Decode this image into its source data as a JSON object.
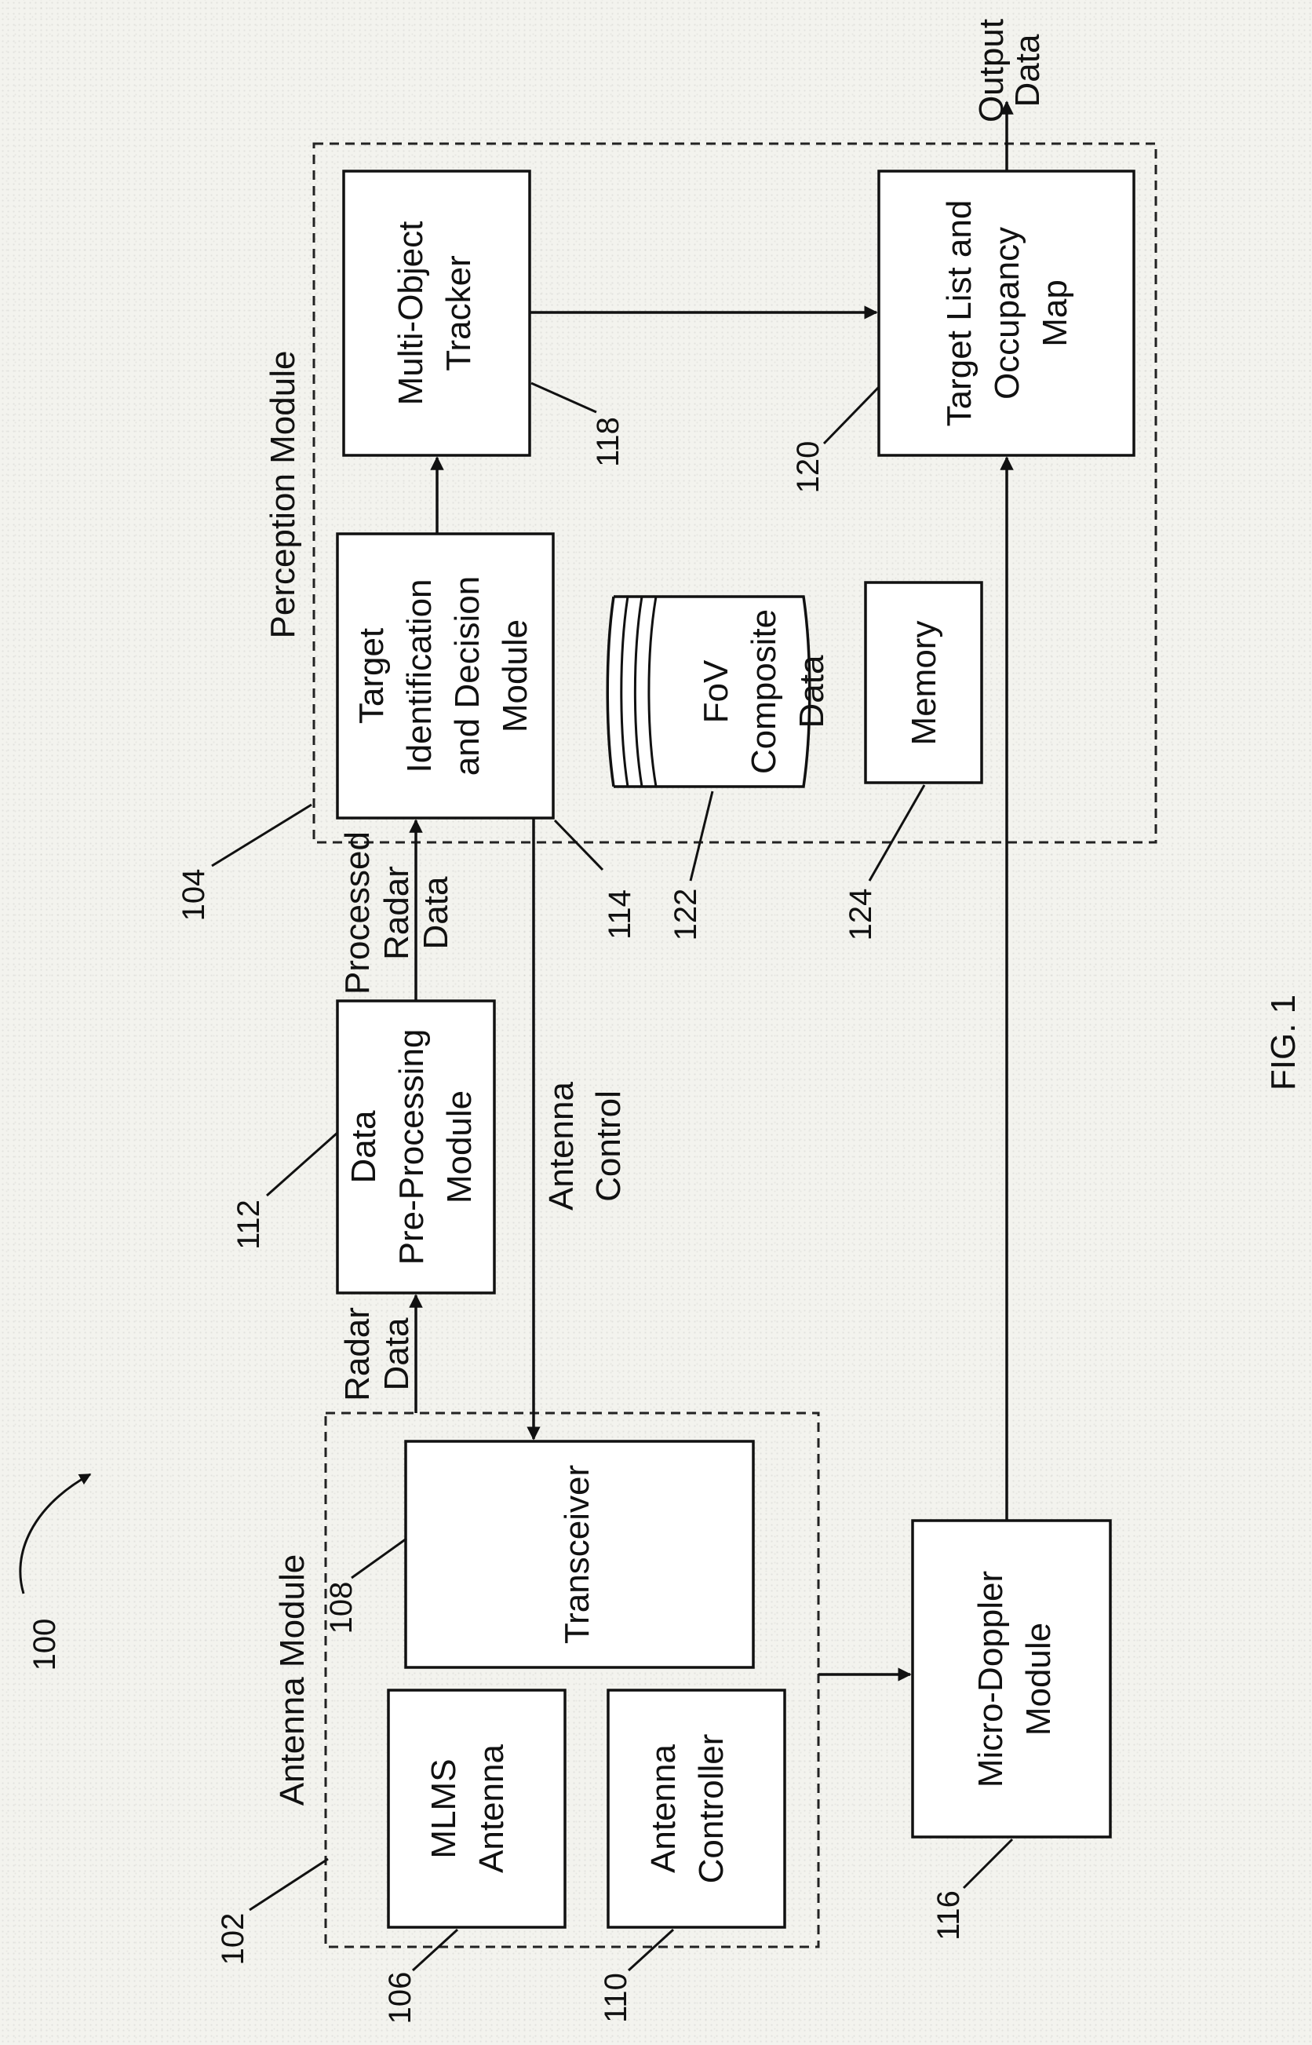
{
  "figure_label": "FIG. 1",
  "system_ref": "100",
  "modules": {
    "antenna_module": {
      "label": "Antenna Module",
      "ref": "102"
    },
    "perception_module": {
      "label": "Perception Module",
      "ref": "104"
    }
  },
  "blocks": {
    "mlms_antenna": {
      "lines": [
        "MLMS",
        "Antenna"
      ],
      "ref": "106"
    },
    "transceiver": {
      "lines": [
        "Transceiver"
      ],
      "ref": "108"
    },
    "antenna_controller": {
      "lines": [
        "Antenna",
        "Controller"
      ],
      "ref": "110"
    },
    "data_preprocessing": {
      "lines": [
        "Data",
        "Pre-Processing",
        "Module"
      ],
      "ref": "112"
    },
    "target_identification": {
      "lines": [
        "Target",
        "Identification",
        "and Decision",
        "Module"
      ],
      "ref": "114"
    },
    "micro_doppler": {
      "lines": [
        "Micro-Doppler",
        "Module"
      ],
      "ref": "116"
    },
    "multi_object_tracker": {
      "lines": [
        "Multi-Object",
        "Tracker"
      ],
      "ref": "118"
    },
    "target_list": {
      "lines": [
        "Target List and",
        "Occupancy",
        "Map"
      ],
      "ref": "120"
    },
    "fov_composite": {
      "lines": [
        "FoV",
        "Composite",
        "Data"
      ],
      "ref": "122"
    },
    "memory": {
      "lines": [
        "Memory"
      ],
      "ref": "124"
    }
  },
  "signals": {
    "radar_data": [
      "Radar",
      "Data"
    ],
    "processed_radar_data": [
      "Processed",
      "Radar",
      "Data"
    ],
    "antenna_control": [
      "Antenna",
      "Control"
    ],
    "output_data": [
      "Output",
      "Data"
    ]
  }
}
